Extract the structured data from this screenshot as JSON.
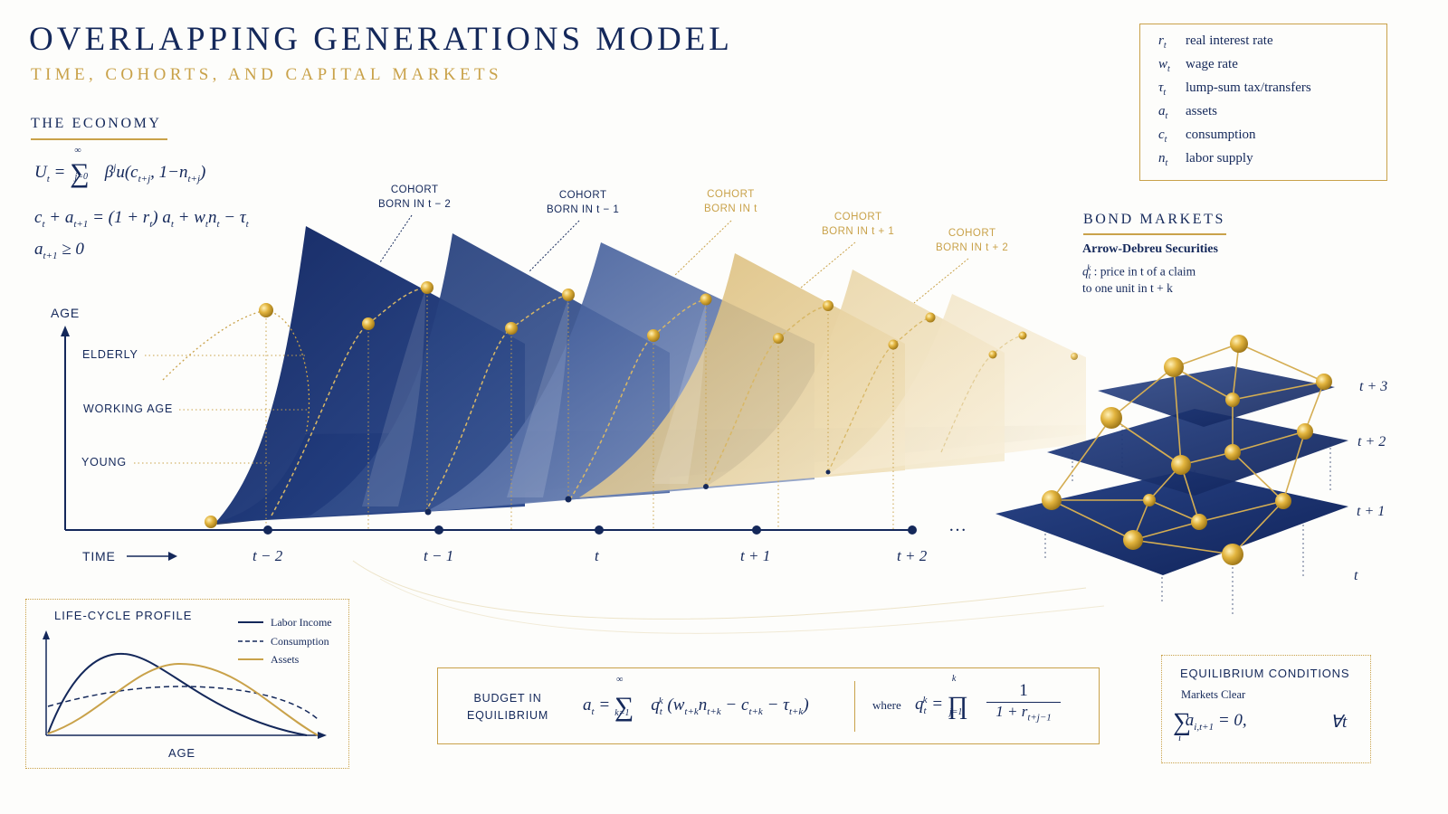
{
  "header": {
    "title": "OVERLAPPING GENERATIONS MODEL",
    "subtitle": "TIME, COHORTS, AND CAPITAL MARKETS"
  },
  "economy": {
    "heading": "THE ECONOMY"
  },
  "legend": {
    "items": [
      {
        "symbol": "r",
        "sub": "t",
        "label": "real interest rate"
      },
      {
        "symbol": "w",
        "sub": "t",
        "label": "wage rate"
      },
      {
        "symbol": "τ",
        "sub": "t",
        "label": "lump-sum tax/transfers"
      },
      {
        "symbol": "a",
        "sub": "t",
        "label": "assets"
      },
      {
        "symbol": "c",
        "sub": "t",
        "label": "consumption"
      },
      {
        "symbol": "n",
        "sub": "t",
        "label": "labor supply"
      }
    ]
  },
  "axes": {
    "age_label": "AGE",
    "time_label": "TIME",
    "age_levels": [
      "ELDERLY",
      "WORKING AGE",
      "YOUNG"
    ],
    "time_ticks": [
      "t − 2",
      "t − 1",
      "t",
      "t + 1",
      "t + 2"
    ],
    "ellipsis": "…"
  },
  "cohorts": [
    {
      "line1": "COHORT",
      "line2": "BORN IN t − 2"
    },
    {
      "line1": "COHORT",
      "line2": "BORN IN t − 1"
    },
    {
      "line1": "COHORT",
      "line2": "BORN IN t"
    },
    {
      "line1": "COHORT",
      "line2": "BORN IN t + 1"
    },
    {
      "line1": "COHORT",
      "line2": "BORN IN t + 2"
    }
  ],
  "bond_markets": {
    "heading": "BOND MARKETS",
    "subheading": "Arrow-Debreu Securities",
    "desc_line1": ": price in t of a claim",
    "desc_line2": "to one unit in t + k",
    "layers": [
      "t + 3",
      "t + 2",
      "t + 1",
      "t"
    ]
  },
  "lifecycle": {
    "heading": "LIFE-CYCLE PROFILE",
    "x_label": "AGE",
    "series": [
      "Labor Income",
      "Consumption",
      "Assets"
    ]
  },
  "budget": {
    "label_line1": "BUDGET IN",
    "label_line2": "EQUILIBRIUM",
    "where": "where"
  },
  "equilibrium": {
    "heading": "EQUILIBRIUM CONDITIONS",
    "sub": "Markets Clear",
    "forall": "∀t"
  },
  "colors": {
    "navy": "#14285a",
    "gold": "#c9a24a",
    "background": "#fdfdfb"
  }
}
